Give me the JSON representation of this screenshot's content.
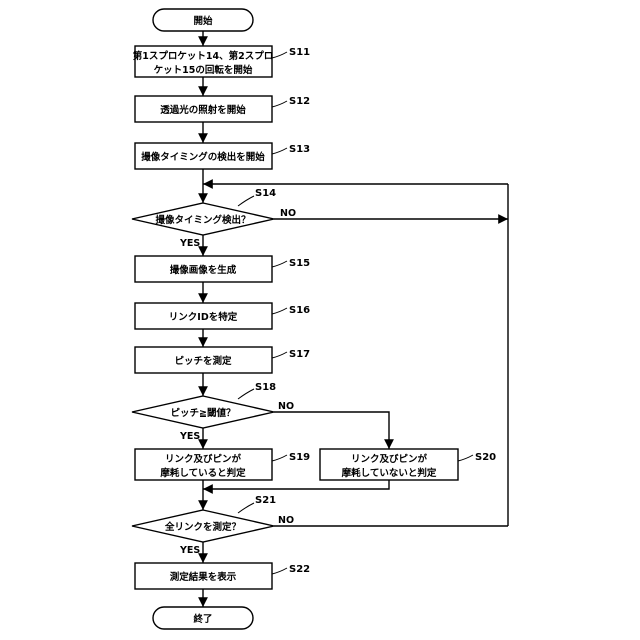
{
  "flowchart": {
    "start": "開始",
    "s11_line1": "第1スプロケット14、第2スプロ",
    "s11_line2": "ケット15の回転を開始",
    "s12": "透過光の照射を開始",
    "s13": "撮像タイミングの検出を開始",
    "s14_q": "撮像タイミング検出？",
    "s15": "撮像画像を生成",
    "s16": "リンクIDを特定",
    "s17": "ピッチを測定",
    "s18_q": "ピッチ≧閾値？",
    "s19_line1": "リンク及びピンが",
    "s19_line2": "摩耗していると判定",
    "s20_line1": "リンク及びピンが",
    "s20_line2": "摩耗していないと判定",
    "s21_q": "全リンクを測定？",
    "s22": "測定結果を表示",
    "end": "終了"
  },
  "step_tags": {
    "s11": "S11",
    "s12": "S12",
    "s13": "S13",
    "s14": "S14",
    "s15": "S15",
    "s16": "S16",
    "s17": "S17",
    "s18": "S18",
    "s19": "S19",
    "s20": "S20",
    "s21": "S21",
    "s22": "S22"
  },
  "branch_labels": {
    "s14_yes": "YES",
    "s14_no": "NO",
    "s18_yes": "YES",
    "s18_no": "NO",
    "s21_yes": "YES",
    "s21_no": "NO"
  }
}
